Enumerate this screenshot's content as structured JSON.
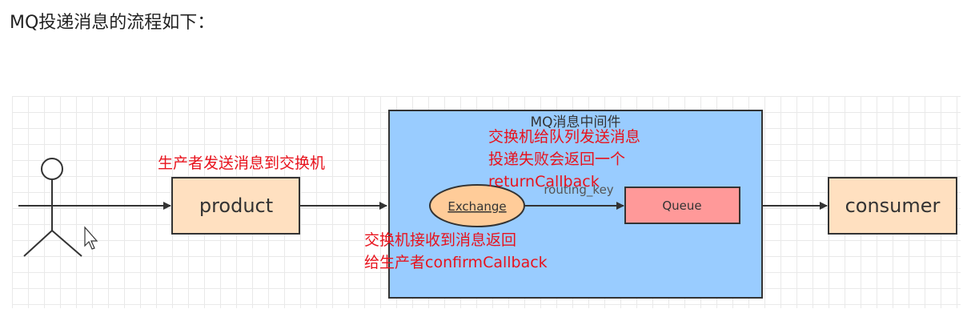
{
  "heading": "MQ投递消息的流程如下：",
  "diagram": {
    "container_title": "MQ消息中间件",
    "nodes": {
      "product": "product",
      "exchange": "Exchange",
      "queue": "Queue",
      "consumer": "consumer"
    },
    "edge_label_routing": "routing_key",
    "annotations": {
      "send": "生产者发送消息到交换机",
      "return_line1": "交换机给队列发送消息",
      "return_line2": "投递失败会返回一个",
      "return_line3": "returnCallback",
      "confirm_line1": "交换机接收到消息返回",
      "confirm_line2": "给生产者confirmCallback"
    },
    "colors": {
      "container_fill": "#99ccff",
      "box_fill": "#ffe0c0",
      "exchange_fill": "#ffcc99",
      "queue_fill": "#ff9999",
      "annotation_text": "#e8121c"
    }
  }
}
